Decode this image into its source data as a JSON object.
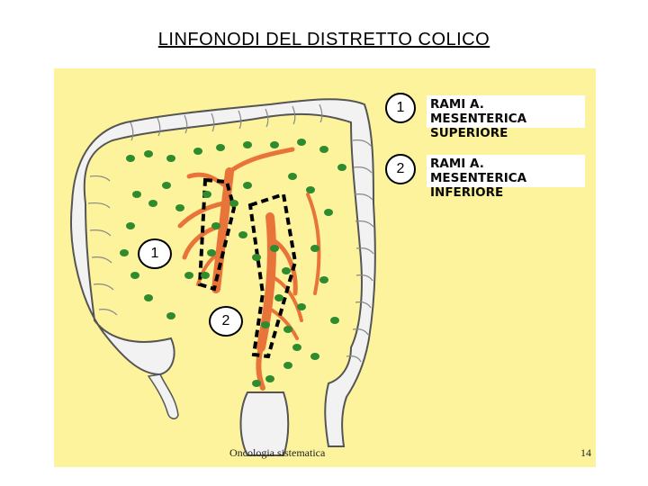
{
  "title": "LINFONODI DEL DISTRETTO COLICO",
  "legend": [
    {
      "number": "1",
      "line1": "RAMI A. MESENTERICA",
      "line2": "SUPERIORE"
    },
    {
      "number": "2",
      "line1": "RAMI A. MESENTERICA",
      "line2": "INFERIORE"
    }
  ],
  "badges": [
    "1",
    "2"
  ],
  "footer": {
    "left": "Oncologia sistematica",
    "right": "14"
  },
  "colors": {
    "background": "#fdf39c",
    "colon": "#f2f2f2",
    "vessel": "#e8743a",
    "node": "#2e8b2e",
    "outline": "#000000"
  }
}
